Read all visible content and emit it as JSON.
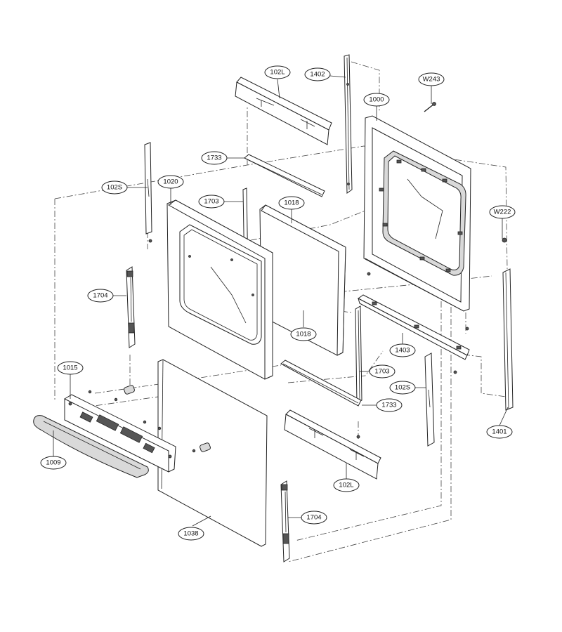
{
  "callouts": [
    {
      "id": "c-102L-top",
      "label": "102L"
    },
    {
      "id": "c-1402",
      "label": "1402"
    },
    {
      "id": "c-W243",
      "label": "W243"
    },
    {
      "id": "c-1000",
      "label": "1000"
    },
    {
      "id": "c-1733-top",
      "label": "1733"
    },
    {
      "id": "c-102S-left",
      "label": "102S"
    },
    {
      "id": "c-1020",
      "label": "1020"
    },
    {
      "id": "c-1703-top",
      "label": "1703"
    },
    {
      "id": "c-1018-top",
      "label": "1018"
    },
    {
      "id": "c-W222",
      "label": "W222"
    },
    {
      "id": "c-1704-left",
      "label": "1704"
    },
    {
      "id": "c-1018-mid",
      "label": "1018"
    },
    {
      "id": "c-1403",
      "label": "1403"
    },
    {
      "id": "c-1015",
      "label": "1015"
    },
    {
      "id": "c-1703-mid",
      "label": "1703"
    },
    {
      "id": "c-102S-right",
      "label": "102S"
    },
    {
      "id": "c-1733-mid",
      "label": "1733"
    },
    {
      "id": "c-1401",
      "label": "1401"
    },
    {
      "id": "c-1009",
      "label": "1009"
    },
    {
      "id": "c-102L-bottom",
      "label": "102L"
    },
    {
      "id": "c-1704-bottom",
      "label": "1704"
    },
    {
      "id": "c-1038",
      "label": "1038"
    }
  ]
}
